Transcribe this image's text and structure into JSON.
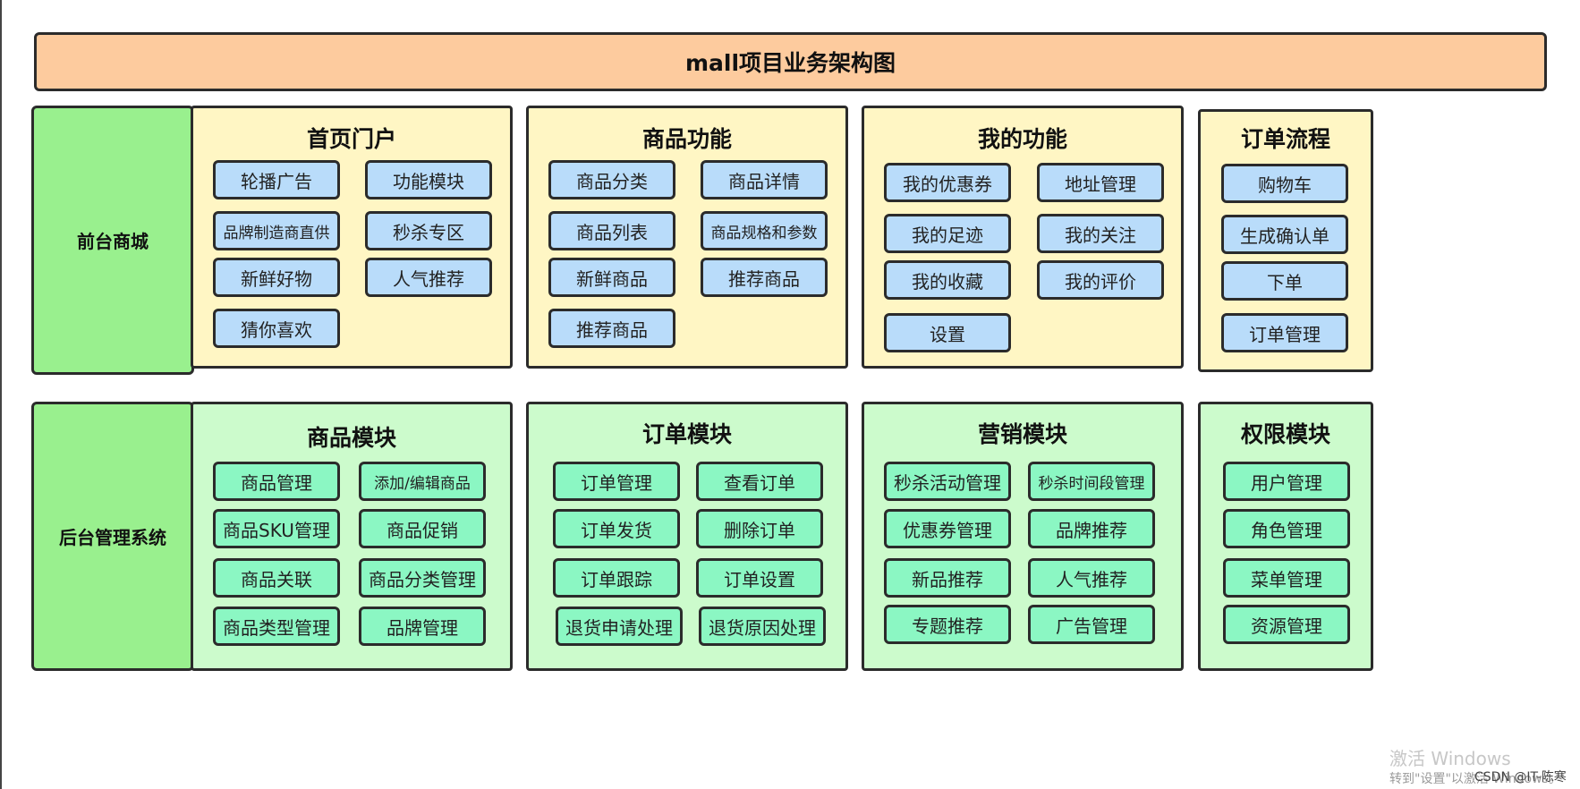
{
  "title": "mall项目业务架构图",
  "rows": {
    "front_label": "前台商城",
    "back_label": "后台管理系统"
  },
  "front": {
    "home": {
      "title": "首页门户",
      "items": [
        "轮播广告",
        "功能模块",
        "品牌制造商直供",
        "秒杀专区",
        "新鲜好物",
        "人气推荐",
        "猜你喜欢"
      ]
    },
    "product": {
      "title": "商品功能",
      "items": [
        "商品分类",
        "商品详情",
        "商品列表",
        "商品规格和参数",
        "新鲜商品",
        "推荐商品",
        "推荐商品"
      ]
    },
    "mine": {
      "title": "我的功能",
      "items": [
        "我的优惠券",
        "地址管理",
        "我的足迹",
        "我的关注",
        "我的收藏",
        "我的评价",
        "设置"
      ]
    },
    "order": {
      "title": "订单流程",
      "items": [
        "购物车",
        "生成确认单",
        "下单",
        "订单管理"
      ]
    }
  },
  "back": {
    "product": {
      "title": "商品模块",
      "items": [
        "商品管理",
        "添加/编辑商品",
        "商品SKU管理",
        "商品促销",
        "商品关联",
        "商品分类管理",
        "商品类型管理",
        "品牌管理"
      ]
    },
    "order": {
      "title": "订单模块",
      "items": [
        "订单管理",
        "查看订单",
        "订单发货",
        "删除订单",
        "订单跟踪",
        "订单设置",
        "退货申请处理",
        "退货原因处理"
      ]
    },
    "marketing": {
      "title": "营销模块",
      "items": [
        "秒杀活动管理",
        "秒杀时间段管理",
        "优惠券管理",
        "品牌推荐",
        "新品推荐",
        "人气推荐",
        "专题推荐",
        "广告管理"
      ]
    },
    "permission": {
      "title": "权限模块",
      "items": [
        "用户管理",
        "角色管理",
        "菜单管理",
        "资源管理"
      ]
    }
  },
  "watermark": {
    "activate": "激活 Windows",
    "hint": "转到\"设置\"以激活 Windows。",
    "credit": "CSDN @IT-陈寒"
  },
  "colors": {
    "title_bg": "#fdcb9e",
    "side_bg": "#99f08e",
    "front_panel_bg": "#fff6c4",
    "front_item_bg": "#b9dcfa",
    "back_panel_bg": "#ccfbcc",
    "back_item_bg": "#8bf7c3",
    "border": "#2b2b2b"
  }
}
